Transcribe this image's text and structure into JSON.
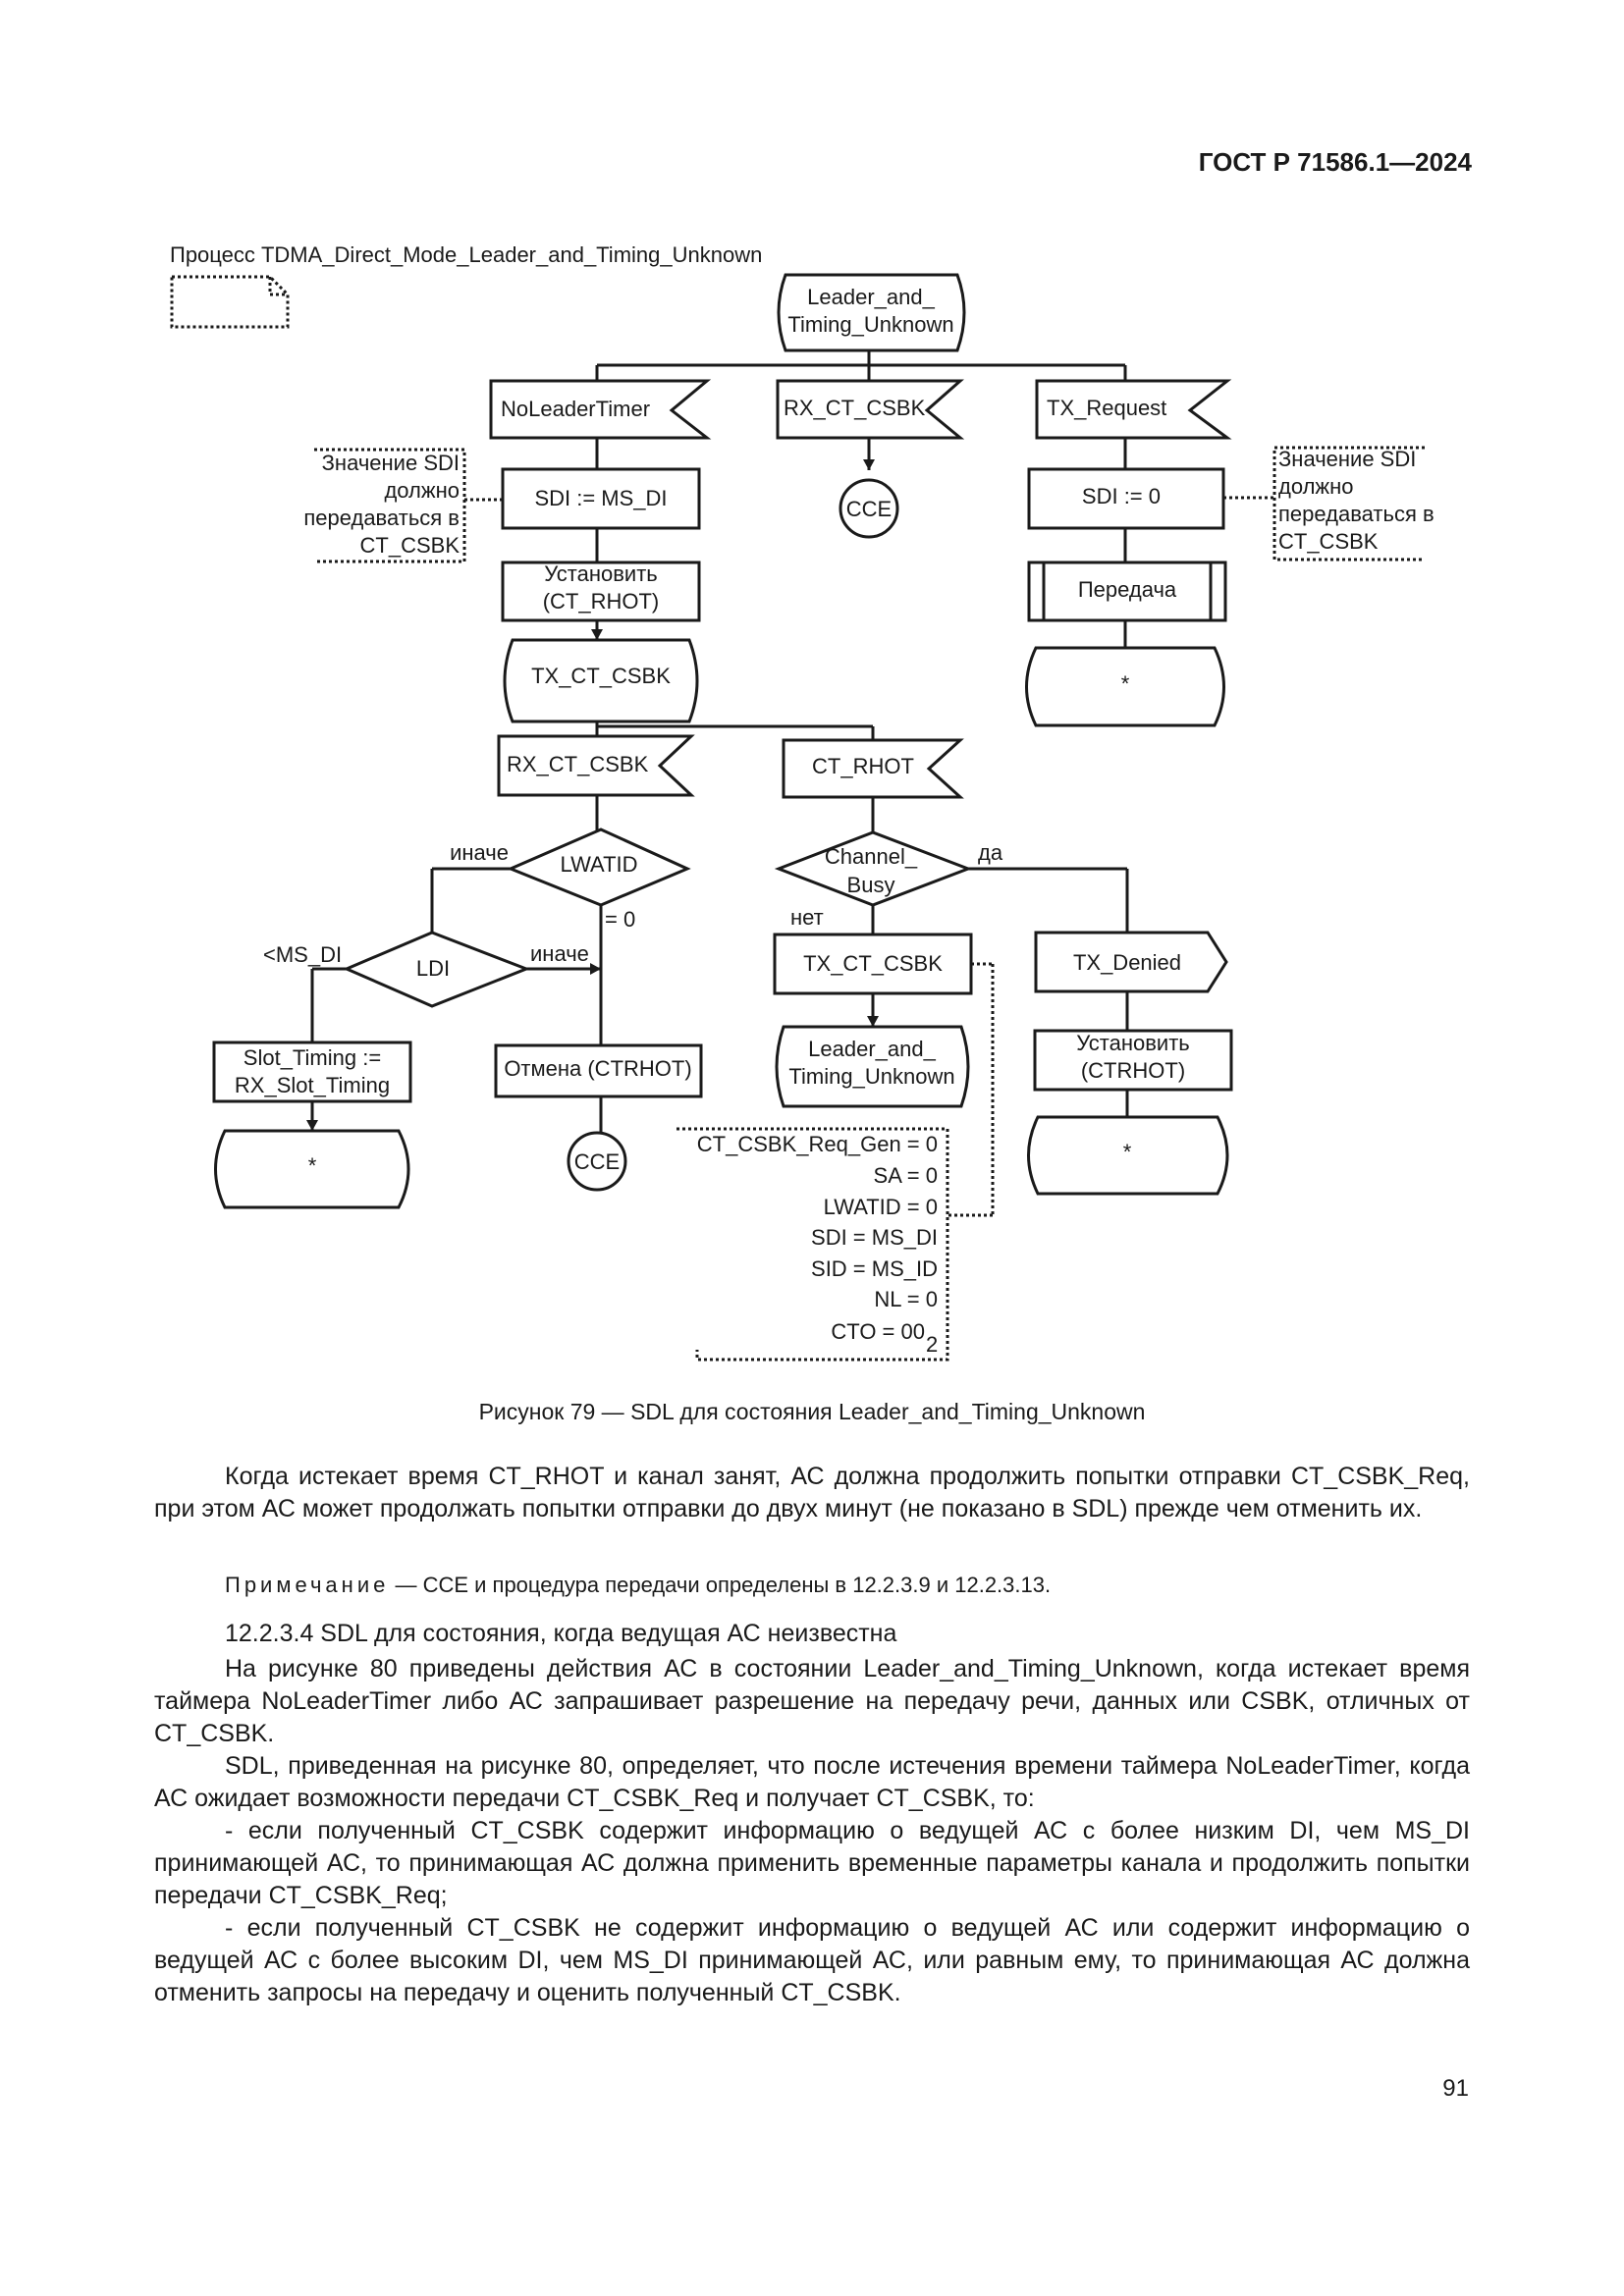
{
  "header": {
    "standard": "ГОСТ Р 71586.1—2024"
  },
  "diagram": {
    "process_label": "Процесс TDMA_Direct_Mode_Leader_and_Timing_Unknown",
    "start_state": [
      "Leader_and_",
      "Timing_Unknown"
    ],
    "input_noleader": "NoLeaderTimer",
    "input_rx_top": "RX_CT_CSBK",
    "input_tx_request": "TX_Request",
    "comment_left": [
      "Значение SDI",
      "должно",
      "передаваться в",
      "CT_CSBK"
    ],
    "comment_right": [
      "Значение SDI",
      "должно",
      "передаваться в",
      "CT_CSBK"
    ],
    "task_sdi_ms": "SDI := MS_DI",
    "cce_top": "CCE",
    "task_sdi_zero": "SDI := 0",
    "proc_transfer": "Передача",
    "state_star_right_top": "*",
    "task_set_ct_rhot": [
      "Установить",
      "(CT_RHOT)"
    ],
    "state_tx_ct_csbk": "TX_CT_CSBK",
    "input_rx_mid": "RX_CT_CSBK",
    "input_ct_rhot": "CT_RHOT",
    "decision_lwatid": "LWATID",
    "label_else1": "иначе",
    "label_eq0": "= 0",
    "decision_ldi": "LDI",
    "label_lt_ms": "<MS_DI",
    "label_else2": "иначе",
    "task_slot_timing": [
      "Slot_Timing :=",
      "RX_Slot_Timing"
    ],
    "state_star_left": "*",
    "task_cancel": "Отмена (CTRHOT)",
    "cce_bottom": "CCE",
    "decision_channel": [
      "Channel_",
      "Busy"
    ],
    "label_yes": "да",
    "label_no": "нет",
    "output_tx_ct_csbk": "TX_CT_CSBK",
    "output_tx_denied": "TX_Denied",
    "state_leader_bottom": [
      "Leader_and_",
      "Timing_Unknown"
    ],
    "task_set_ctrhot": [
      "Установить",
      "(CTRHOT)"
    ],
    "state_star_right_bottom": "*",
    "comment_params": [
      "CT_CSBK_Req_Gen = 0",
      "SA = 0",
      "LWATID = 0",
      "SDI = MS_DI",
      "SID = MS_ID",
      "NL = 0",
      "CTO = 00"
    ],
    "comment_params_subscript": "2"
  },
  "caption": "Рисунок 79 — SDL для состояния Leader_and_Timing_Unknown",
  "para1": "Когда истекает время CT_RHOT и канал занят, АС должна продолжить попытки отправки CT_CSBK_Req, при этом АС может продолжать попытки отправки до двух минут (не показано в SDL) прежде чем отменить их.",
  "note": {
    "label": "Примечание",
    "text": " — CCE и процедура передачи определены в 12.2.3.9 и 12.2.3.13."
  },
  "heading": "12.2.3.4 SDL для состояния, когда ведущая АС неизвестна",
  "para2": "На рисунке 80 приведены действия АС в состоянии Leader_and_Timing_Unknown, когда истекает время таймера NoLeaderTimer либо АС запрашивает разрешение на передачу речи, данных или CSBK, отличных от CT_CSBK.",
  "para3": "SDL, приведенная на рисунке 80, определяет, что после истечения времени таймера NoLeaderTimer, когда АС ожидает возможности передачи CT_CSBK_Req и получает CT_CSBK, то:",
  "para4": "- если полученный CT_CSBK содержит информацию о ведущей АС с более низким DI, чем MS_DI принимающей АС, то принимающая АС должна применить временные параметры канала и продолжить попытки передачи CT_CSBK_Req;",
  "para5": "- если полученный CT_CSBK не содержит информацию о ведущей АС или содержит информацию о ведущей АС с более высоким DI, чем MS_DI принимающей АС, или равным ему, то принимающая АС должна отменить запросы на передачу и оценить полученный CT_CSBK.",
  "page_number": "91"
}
